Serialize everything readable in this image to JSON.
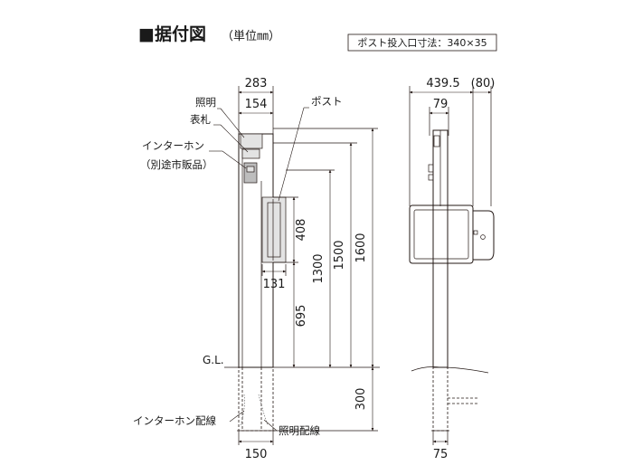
{
  "title": {
    "main": "■据付図",
    "unit": "（単位㎜）"
  },
  "note": "ポスト投入口寸法：340×35",
  "front_view": {
    "labels": {
      "light": "照明",
      "nameplate": "表札",
      "intercom": "インターホン",
      "intercom_note": "（別途市販品）",
      "post": "ポスト",
      "ground": "G.L.",
      "intercom_wiring": "インターホン配線",
      "light_wiring": "照明配線"
    },
    "dimensions": {
      "top_total": "283",
      "top_inner": "154",
      "post_height": "408",
      "post_depth": "131",
      "post_base": "695",
      "post_top": "1300",
      "upper": "1500",
      "total": "1600",
      "buried": "300",
      "pole_width": "150"
    }
  },
  "side_view": {
    "dimensions": {
      "top_total": "439.5",
      "top_extra": "(80)",
      "top_inner": "79",
      "pole_width": "75"
    }
  }
}
